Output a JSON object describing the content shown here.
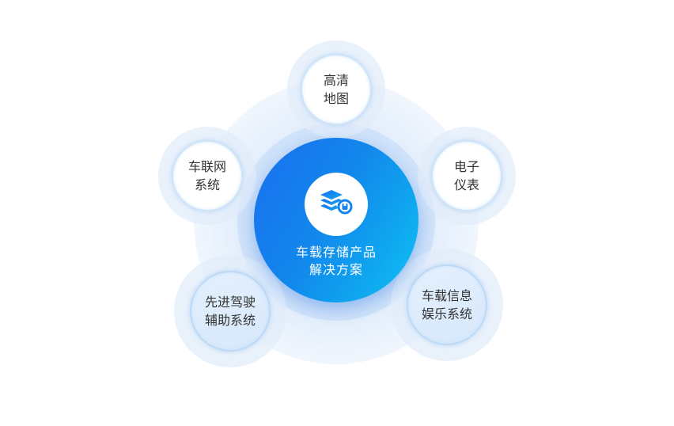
{
  "diagram": {
    "center": {
      "icon": "layers-storage-icon",
      "lines": [
        "车载存储产品",
        "解决方案"
      ],
      "gradient": [
        "#1a6ff0",
        "#10c4f6"
      ]
    },
    "satellites": [
      {
        "id": "hd-map",
        "position": "top",
        "lines": [
          "高清",
          "地图"
        ],
        "style": "white"
      },
      {
        "id": "telematics",
        "position": "left",
        "lines": [
          "车联网",
          "系统"
        ],
        "style": "white"
      },
      {
        "id": "digital-cluster",
        "position": "right",
        "lines": [
          "电子",
          "仪表"
        ],
        "style": "white"
      },
      {
        "id": "adas",
        "position": "bottom-left",
        "lines": [
          "先进驾驶",
          "辅助系统"
        ],
        "style": "tint"
      },
      {
        "id": "infotainment",
        "position": "bottom-right",
        "lines": [
          "车载信息",
          "娱乐系统"
        ],
        "style": "tint"
      }
    ],
    "colors": {
      "text": "#333333",
      "satellite_border": "#cfe4f8",
      "halo": "#e1ecfa",
      "center_text": "#ffffff"
    }
  }
}
